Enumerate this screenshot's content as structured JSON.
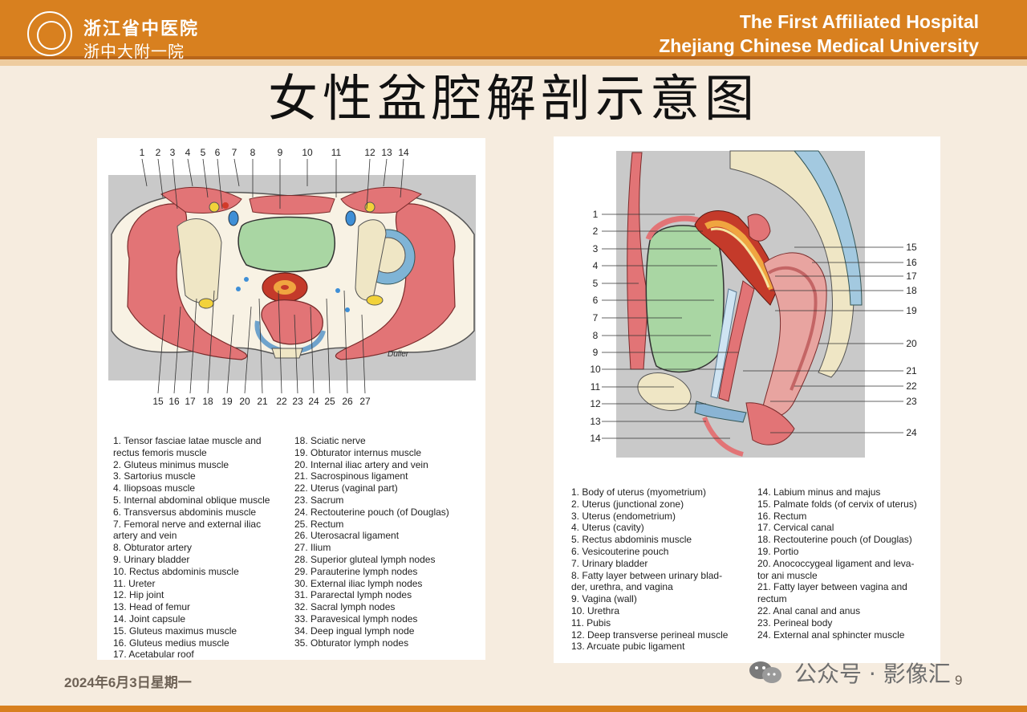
{
  "header": {
    "hospital_cn": "浙江省中医院",
    "hospital_short": "浙中大附一院",
    "hospital_en_line1": "The First Affiliated Hospital",
    "hospital_en_line2": "Zhejiang Chinese Medical University"
  },
  "slide": {
    "title": "女性盆腔解剖示意图",
    "date": "2024年6月3日星期一",
    "page": "9"
  },
  "watermark": {
    "text": "公众号 · 影像汇"
  },
  "left_figure": {
    "signature": "Duller",
    "top_numbers": [
      "1",
      "2",
      "3",
      "4",
      "5",
      "6",
      "7",
      "8",
      "9",
      "10",
      "11",
      "12",
      "13",
      "14"
    ],
    "bottom_numbers": [
      "15",
      "16",
      "17",
      "18",
      "19",
      "20",
      "21",
      "22",
      "23",
      "24",
      "25",
      "26",
      "27"
    ],
    "legend_col1": [
      "1.  Tensor fasciae latae muscle and",
      "      rectus femoris muscle",
      "2.  Gluteus minimus muscle",
      "3.  Sartorius muscle",
      "4.  Iliopsoas muscle",
      "5.  Internal abdominal oblique muscle",
      "6.  Transversus abdominis muscle",
      "7.  Femoral nerve and external iliac",
      "      artery and vein",
      "8.  Obturator artery",
      "9.  Urinary bladder",
      "10. Rectus abdominis muscle",
      "11. Ureter",
      "12. Hip joint",
      "13. Head of femur",
      "14. Joint capsule",
      "15. Gluteus maximus muscle",
      "16. Gluteus medius muscle",
      "17. Acetabular roof"
    ],
    "legend_col2": [
      "18. Sciatic nerve",
      "19. Obturator internus muscle",
      "20. Internal iliac artery and vein",
      "21. Sacrospinous ligament",
      "22. Uterus (vaginal part)",
      "23. Sacrum",
      "24. Rectouterine pouch (of Douglas)",
      "25. Rectum",
      "26. Uterosacral ligament",
      "27. Ilium",
      "28. Superior gluteal lymph nodes",
      "29. Parauterine lymph nodes",
      "30. External iliac lymph nodes",
      "31. Pararectal lymph nodes",
      "32. Sacral lymph nodes",
      "33. Paravesical lymph nodes",
      "34. Deep ingual lymph node",
      "35. Obturator lymph nodes"
    ]
  },
  "right_figure": {
    "left_numbers": [
      "1",
      "2",
      "3",
      "4",
      "5",
      "6",
      "7",
      "8",
      "9",
      "10",
      "11",
      "12",
      "13",
      "14"
    ],
    "right_numbers": [
      "15",
      "16",
      "17",
      "18",
      "19",
      "20",
      "21",
      "22",
      "23",
      "24"
    ],
    "legend_col1": [
      "1.  Body of uterus (myometrium)",
      "2.  Uterus (junctional zone)",
      "3.  Uterus (endometrium)",
      "4.  Uterus (cavity)",
      "5.  Rectus abdominis muscle",
      "6.  Vesicouterine pouch",
      "7.  Urinary bladder",
      "8.  Fatty layer between urinary blad-",
      "      der, urethra, and vagina",
      "9.  Vagina (wall)",
      "10. Urethra",
      "11. Pubis",
      "12. Deep transverse perineal muscle",
      "13. Arcuate pubic ligament"
    ],
    "legend_col2": [
      "14. Labium minus and majus",
      "15. Palmate folds (of cervix of uterus)",
      "16. Rectum",
      "17. Cervical canal",
      "18. Rectouterine pouch (of Douglas)",
      "19. Portio",
      "20. Anococcygeal ligament and leva-",
      "      tor ani muscle",
      "21. Fatty layer between vagina and",
      "      rectum",
      "22. Anal canal and anus",
      "23. Perineal body",
      "24. External anal sphincter muscle"
    ]
  },
  "colors": {
    "brand_orange": "#d8801f",
    "slide_bg": "#f6ecdf",
    "muscle": "#e27476",
    "bladder": "#a9d6a3",
    "bone": "#efe6c5",
    "vessel_blue": "#3f8fd6",
    "node_yellow": "#f2d23a"
  }
}
